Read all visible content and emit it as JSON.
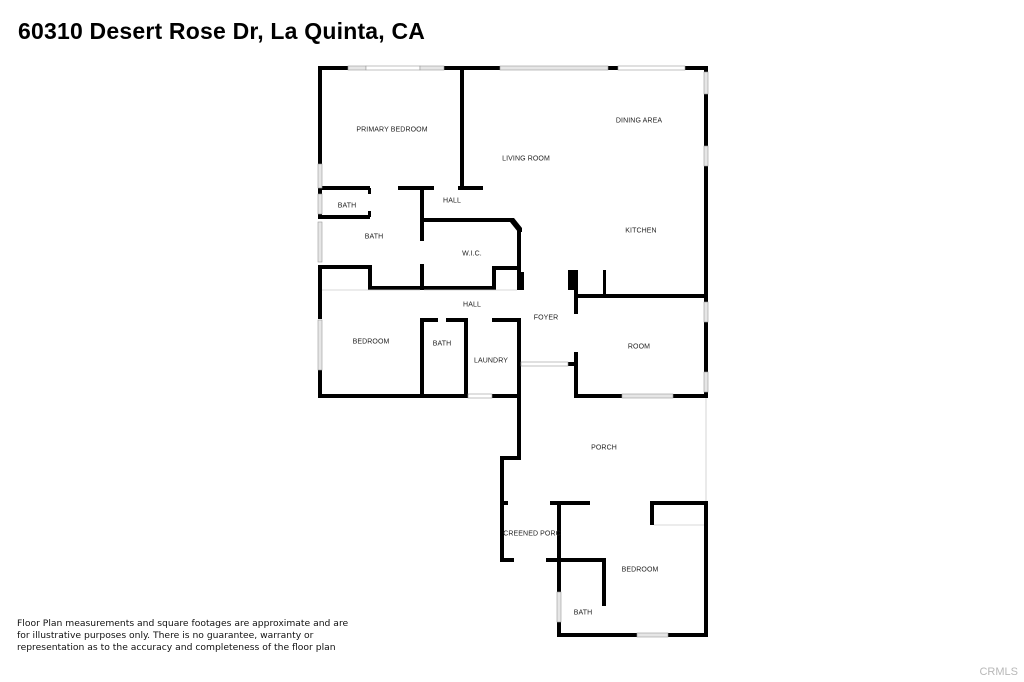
{
  "header": {
    "title": "60310 Desert Rose Dr, La Quinta, CA"
  },
  "rooms": {
    "primary_bedroom": "PRIMARY BEDROOM",
    "living_room": "LIVING ROOM",
    "dining_area": "DINING AREA",
    "kitchen": "KITCHEN",
    "bath_small": "BATH",
    "hall_top": "HALL",
    "bath_primary": "BATH",
    "wic": "W.I.C.",
    "hall_middle": "HALL",
    "foyer": "FOYER",
    "room": "ROOM",
    "bedroom_left": "BEDROOM",
    "bath_hall": "BATH",
    "laundry": "LAUNDRY",
    "porch": "PORCH",
    "screened_porch": "CREENED PORC",
    "bedroom_casita": "BEDROOM",
    "bath_casita": "BATH"
  },
  "footer": {
    "disclaimer": "Floor Plan measurements and square footages are approximate and are for illustrative purposes only. There is no guarantee, warranty or representation as to the accuracy and completeness of the floor plan",
    "watermark": "CRMLS"
  },
  "colors": {
    "wall": "#000000",
    "window": "#d9d9d9",
    "background": "#ffffff"
  }
}
